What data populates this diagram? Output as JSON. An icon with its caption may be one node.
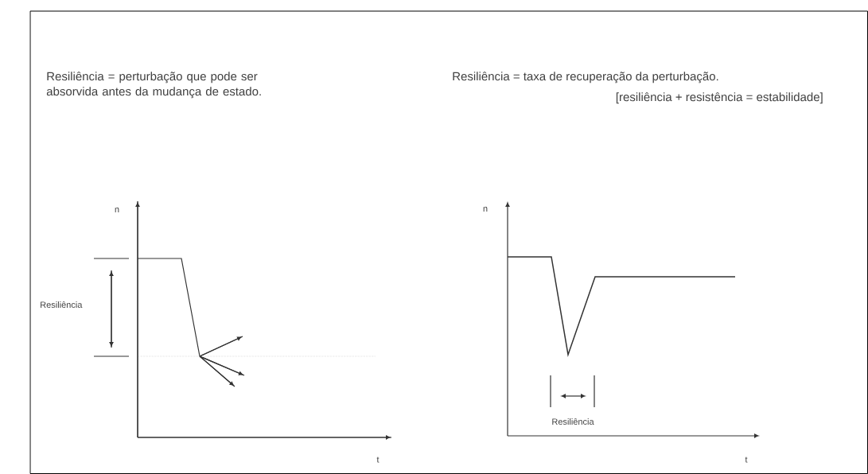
{
  "diagram": {
    "labels": [
      "Resiliência = perturbação que pode ser absorvida antes da mudança de estado.",
      "Resiliência = taxa de recuperação da perturbação.",
      "[resiliência + resistência = estabilidade]",
      "n",
      "Resiliência",
      "t",
      "n",
      "Resiliência",
      "t"
    ]
  }
}
